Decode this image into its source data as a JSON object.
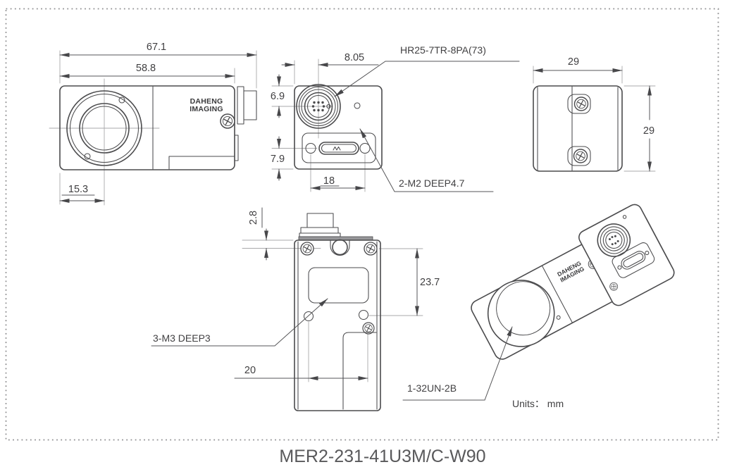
{
  "title": "MER2-231-41U3M/C-W90",
  "units_label": "Units： mm",
  "brand": {
    "line1": "DAHENG",
    "line2": "IMAGING"
  },
  "side_view": {
    "dim_total_width": "67.1",
    "dim_body_width": "58.8",
    "dim_lens_offset": "15.3"
  },
  "front_view": {
    "dim_connector_offset": "8.05",
    "dim_connector_down": "6.9",
    "dim_usb_down": "7.9",
    "dim_screw_spacing": "18",
    "label_connector": "HR25-7TR-8PA(73)",
    "label_screws": "2-M2 DEEP4.7"
  },
  "top_view": {
    "dim_width": "29",
    "dim_height": "29"
  },
  "bottom_view": {
    "dim_top_offset": "2.8",
    "dim_hole_down": "23.7",
    "dim_hole_spacing": "20",
    "label_holes": "3-M3 DEEP3"
  },
  "iso_view": {
    "label_thread": "1-32UN-2B"
  },
  "colors": {
    "line": "#4b4b4d",
    "dim_line": "#565658",
    "aux_line": "#a9a9ab",
    "text": "#414042",
    "border_dots": "#8f8f91"
  }
}
